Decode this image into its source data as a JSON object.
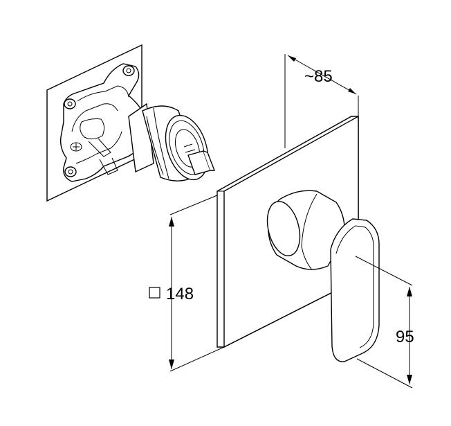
{
  "dimensions": {
    "depth_label": "~85",
    "plate_size_symbol": "□",
    "plate_size_value": "148",
    "lever_height_label": "95"
  }
}
